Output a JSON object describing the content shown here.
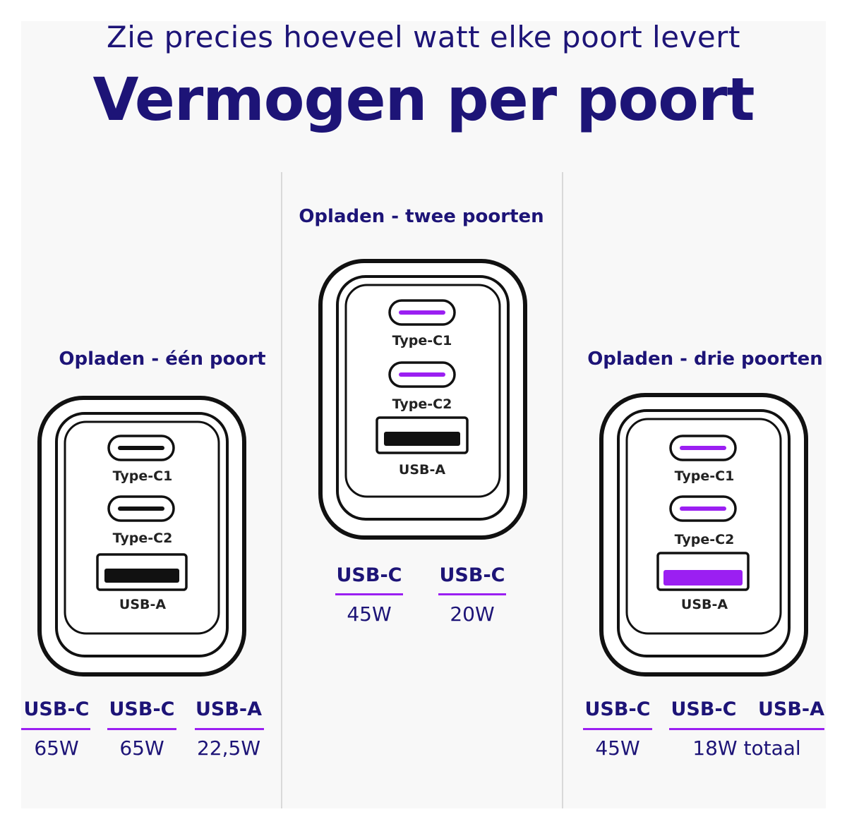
{
  "header": {
    "subtitle": "Zie precies hoeveel watt elke poort levert",
    "title": "Vermogen per poort"
  },
  "colors": {
    "navy": "#1d1477",
    "accent": "#9b1ff2",
    "outline": "#111111"
  },
  "columns": [
    {
      "title": "Opladen - één poort",
      "ports": {
        "c1": "Type-C1",
        "c2": "Type-C2",
        "a": "USB-A"
      },
      "active_ports": [],
      "outputs": [
        {
          "port": "USB-C",
          "watt": "65W"
        },
        {
          "port": "USB-C",
          "watt": "65W"
        },
        {
          "port": "USB-A",
          "watt": "22,5W"
        }
      ]
    },
    {
      "title": "Opladen - twee poorten",
      "ports": {
        "c1": "Type-C1",
        "c2": "Type-C2",
        "a": "USB-A"
      },
      "active_ports": [
        "c1",
        "c2"
      ],
      "outputs": [
        {
          "port": "USB-C",
          "watt": "45W"
        },
        {
          "port": "USB-C",
          "watt": "20W"
        }
      ]
    },
    {
      "title": "Opladen - drie poorten",
      "ports": {
        "c1": "Type-C1",
        "c2": "Type-C2",
        "a": "USB-A"
      },
      "active_ports": [
        "c1",
        "c2",
        "a"
      ],
      "outputs": [
        {
          "port": "USB-C",
          "watt": "45W"
        },
        {
          "port": "USB-C",
          "watt": ""
        },
        {
          "port": "USB-A",
          "watt": ""
        }
      ],
      "combined_output": "18W totaal"
    }
  ]
}
